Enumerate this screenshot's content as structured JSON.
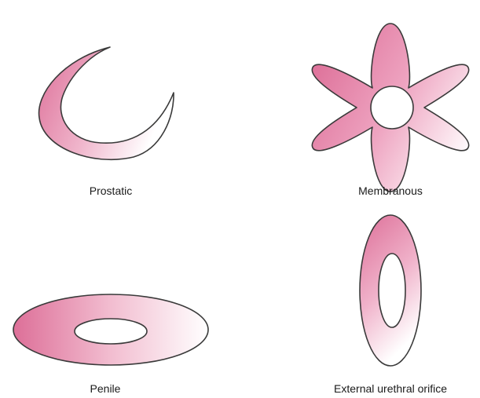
{
  "labels": {
    "prostatic": "Prostatic",
    "membranous": "Membranous",
    "penile": "Penile",
    "external": "External urethral orifice"
  },
  "colors": {
    "fill_dark": "#dd6f98",
    "fill_mid": "#f0b6cc",
    "fill_light": "#ffffff",
    "outline": "#3a3a3a",
    "text": "#1a1a1a"
  }
}
